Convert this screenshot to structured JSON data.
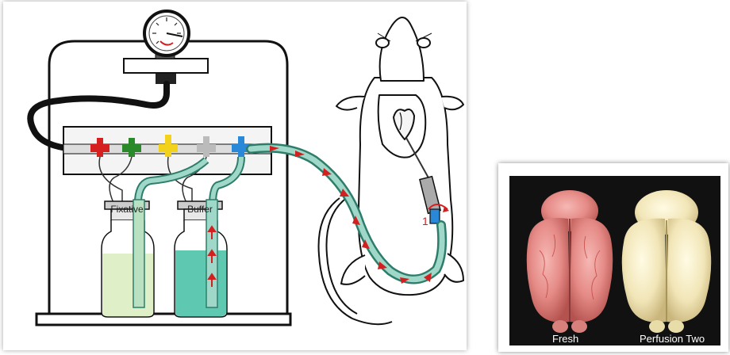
{
  "diagram": {
    "bottle_left_label": "Fixative",
    "bottle_right_label": "Buffer",
    "numeral": "1",
    "colors": {
      "tube": "#2e7d6b",
      "tube_fill": "#9fd8c8",
      "flow_arrow": "#d22020",
      "fixative_liquid": "#dff0c8",
      "buffer_liquid": "#5ec8b0",
      "valve_red": "#d62020",
      "valve_green": "#2a8a2a",
      "valve_yellow": "#f2d21a",
      "valve_grey": "#bbbbbb",
      "valve_blue": "#2a88d8"
    }
  },
  "photo": {
    "caption_left": "Fresh",
    "caption_right": "Perfusion Two"
  }
}
